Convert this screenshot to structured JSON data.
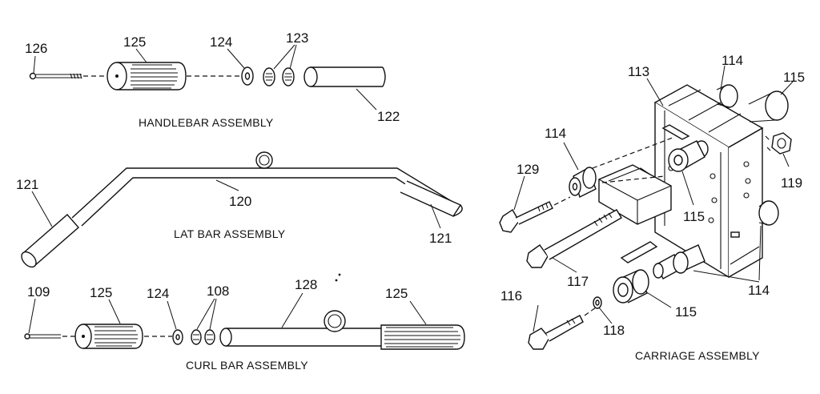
{
  "titles": {
    "handlebar": "HANDLEBAR ASSEMBLY",
    "lat": "LAT BAR ASSEMBLY",
    "curl": "CURL BAR ASSEMBLY",
    "carriage": "CARRIAGE ASSEMBLY"
  },
  "callouts": {
    "handlebar": [
      "126",
      "125",
      "124",
      "123",
      "122"
    ],
    "lat": [
      "121",
      "120",
      "121"
    ],
    "curl": [
      "109",
      "125",
      "124",
      "108",
      "128",
      "125"
    ],
    "carriage": [
      "113",
      "114",
      "115",
      "114",
      "129",
      "115",
      "119",
      "117",
      "114",
      "116",
      "115",
      "118"
    ]
  }
}
